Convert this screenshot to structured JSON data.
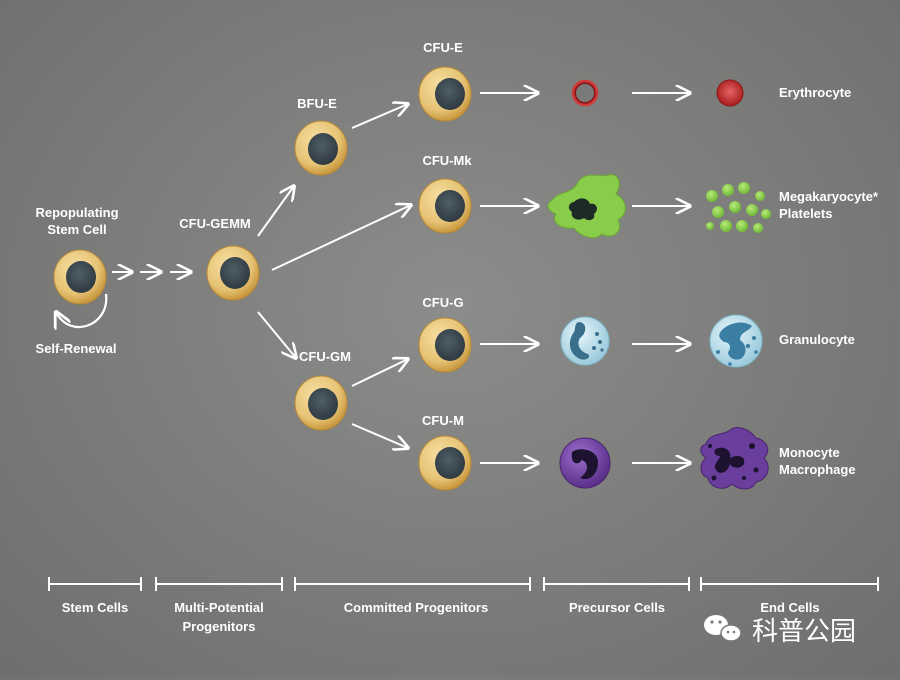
{
  "diagram": {
    "title": "",
    "cells": {
      "stem": "Repopulating Stem Cell",
      "stem_line1": "Repopulating",
      "stem_line2": "Stem Cell",
      "self_renewal": "Self-Renewal",
      "cfu_gemm": "CFU-GEMM",
      "bfu_e": "BFU-E",
      "cfu_gm": "CFU-GM",
      "cfu_e": "CFU-E",
      "cfu_mk": "CFU-Mk",
      "cfu_g": "CFU-G",
      "cfu_m": "CFU-M"
    },
    "end_cells": {
      "erythrocyte": "Erythrocyte",
      "megakaryocyte": "Megakaryocyte*",
      "platelets": "Platelets",
      "granulocyte": "Granulocyte",
      "monocyte": "Monocyte",
      "macrophage": "Macrophage"
    },
    "stages": [
      "Stem Cells",
      "Multi-Potential Progenitors",
      "Committed Progenitors",
      "Precursor Cells",
      "End Cells"
    ],
    "stage_multi_line1": "Multi-Potential",
    "stage_multi_line2": "Progenitors",
    "colors": {
      "cell_body": "#e9c77c",
      "cell_rim": "#c99a46",
      "nucleus": "#3e4d55",
      "erythrocyte": "#c22a2a",
      "megakaryocyte": "#8fd14f",
      "granulocyte": "#b9e1ee",
      "monocyte": "#6a3e9c"
    }
  },
  "watermark": {
    "text": "科普公园",
    "icon": "wechat-icon"
  }
}
